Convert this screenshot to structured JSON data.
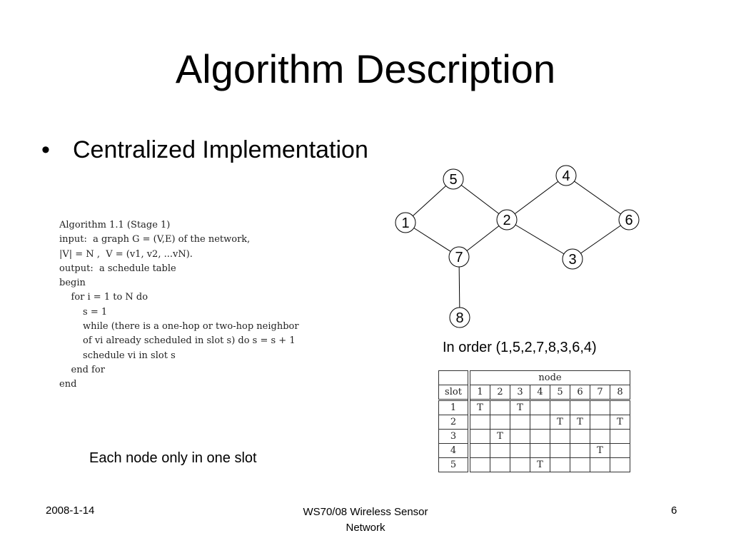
{
  "slide": {
    "title": "Algorithm Description",
    "bullet": "Centralized Implementation",
    "bullet_symbol": "•",
    "note": "Each node only in one slot",
    "order_text": "In order (1,5,2,7,8,3,6,4)"
  },
  "algorithm": {
    "lines": [
      "Algorithm 1.1 (Stage 1)",
      "input:  a graph G = (V,E) of the network,",
      "|V| = N ,  V = (v1, v2, ...vN).",
      "output:  a schedule table",
      "begin",
      "    for i = 1 to N do",
      "        s = 1",
      "        while (there is a one-hop or two-hop neighbor",
      "        of vi already scheduled in slot s) do s = s + 1",
      "        schedule vi in slot s",
      "    end for",
      "end"
    ]
  },
  "graph": {
    "nodes": [
      "1",
      "2",
      "3",
      "4",
      "5",
      "6",
      "7",
      "8"
    ],
    "edges": [
      [
        "1",
        "5"
      ],
      [
        "5",
        "2"
      ],
      [
        "1",
        "7"
      ],
      [
        "7",
        "2"
      ],
      [
        "2",
        "4"
      ],
      [
        "4",
        "6"
      ],
      [
        "2",
        "3"
      ],
      [
        "3",
        "6"
      ],
      [
        "7",
        "8"
      ]
    ]
  },
  "schedule_table": {
    "header_label": "node",
    "slot_label": "slot",
    "node_columns": [
      "1",
      "2",
      "3",
      "4",
      "5",
      "6",
      "7",
      "8"
    ],
    "rows": [
      {
        "slot": "1",
        "cells": [
          "T",
          "",
          "T",
          "",
          "",
          "",
          "",
          ""
        ]
      },
      {
        "slot": "2",
        "cells": [
          "",
          "",
          "",
          "",
          "T",
          "T",
          "",
          "T"
        ]
      },
      {
        "slot": "3",
        "cells": [
          "",
          "T",
          "",
          "",
          "",
          "",
          "",
          ""
        ]
      },
      {
        "slot": "4",
        "cells": [
          "",
          "",
          "",
          "",
          "",
          "",
          "T",
          ""
        ]
      },
      {
        "slot": "5",
        "cells": [
          "",
          "",
          "",
          "T",
          "",
          "",
          "",
          ""
        ]
      }
    ]
  },
  "footer": {
    "date": "2008-1-14",
    "course_line1": "WS70/08 Wireless Sensor",
    "course_line2": "Network",
    "page_number": "6"
  }
}
